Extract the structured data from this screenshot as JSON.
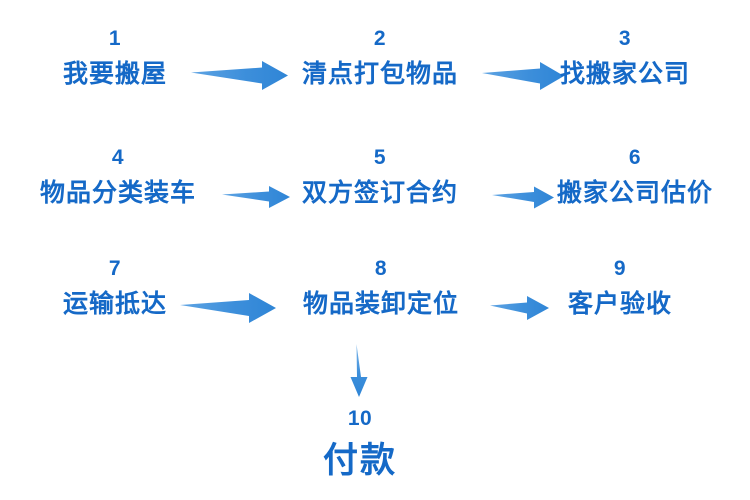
{
  "diagram": {
    "title_text": "",
    "accent_color": "#1569c7",
    "arrow_color": "#3d8fdb",
    "background_color": "#ffffff",
    "rows": [
      {
        "steps": [
          {
            "number": "1",
            "label": "我要搬屋"
          },
          {
            "number": "2",
            "label": "清点打包物品"
          },
          {
            "number": "3",
            "label": "找搬家公司"
          }
        ]
      },
      {
        "steps": [
          {
            "number": "4",
            "label": "物品分类装车"
          },
          {
            "number": "5",
            "label": "双方签订合约"
          },
          {
            "number": "6",
            "label": "搬家公司估价"
          }
        ]
      },
      {
        "steps": [
          {
            "number": "7",
            "label": "运输抵达"
          },
          {
            "number": "8",
            "label": "物品装卸定位"
          },
          {
            "number": "9",
            "label": "客户验收"
          }
        ]
      }
    ],
    "final_step": {
      "number": "10",
      "label": "付款"
    },
    "connectors": [
      {
        "name": "arrow-1-to-2",
        "direction": "right"
      },
      {
        "name": "arrow-2-to-3",
        "direction": "right"
      },
      {
        "name": "arrow-4-to-5",
        "direction": "right"
      },
      {
        "name": "arrow-5-to-6",
        "direction": "right"
      },
      {
        "name": "arrow-7-to-8",
        "direction": "right"
      },
      {
        "name": "arrow-8-to-9",
        "direction": "right"
      },
      {
        "name": "arrow-8-to-10",
        "direction": "down"
      }
    ]
  }
}
